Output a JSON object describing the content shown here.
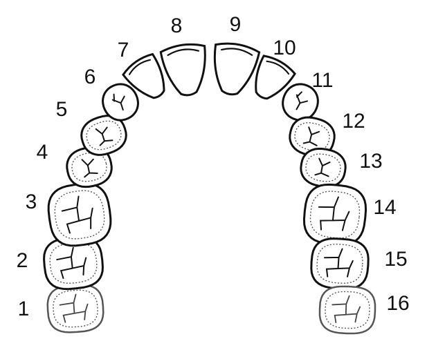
{
  "teeth": [
    {
      "number": "1",
      "kind": "molar",
      "faint": true
    },
    {
      "number": "2",
      "kind": "molar"
    },
    {
      "number": "3",
      "kind": "molar"
    },
    {
      "number": "4",
      "kind": "premolar"
    },
    {
      "number": "5",
      "kind": "premolar"
    },
    {
      "number": "6",
      "kind": "canine"
    },
    {
      "number": "7",
      "kind": "incisor"
    },
    {
      "number": "8",
      "kind": "incisor"
    },
    {
      "number": "9",
      "kind": "incisor"
    },
    {
      "number": "10",
      "kind": "incisor"
    },
    {
      "number": "11",
      "kind": "canine"
    },
    {
      "number": "12",
      "kind": "premolar"
    },
    {
      "number": "13",
      "kind": "premolar"
    },
    {
      "number": "14",
      "kind": "molar"
    },
    {
      "number": "15",
      "kind": "molar"
    },
    {
      "number": "16",
      "kind": "molar",
      "faint": true
    }
  ]
}
